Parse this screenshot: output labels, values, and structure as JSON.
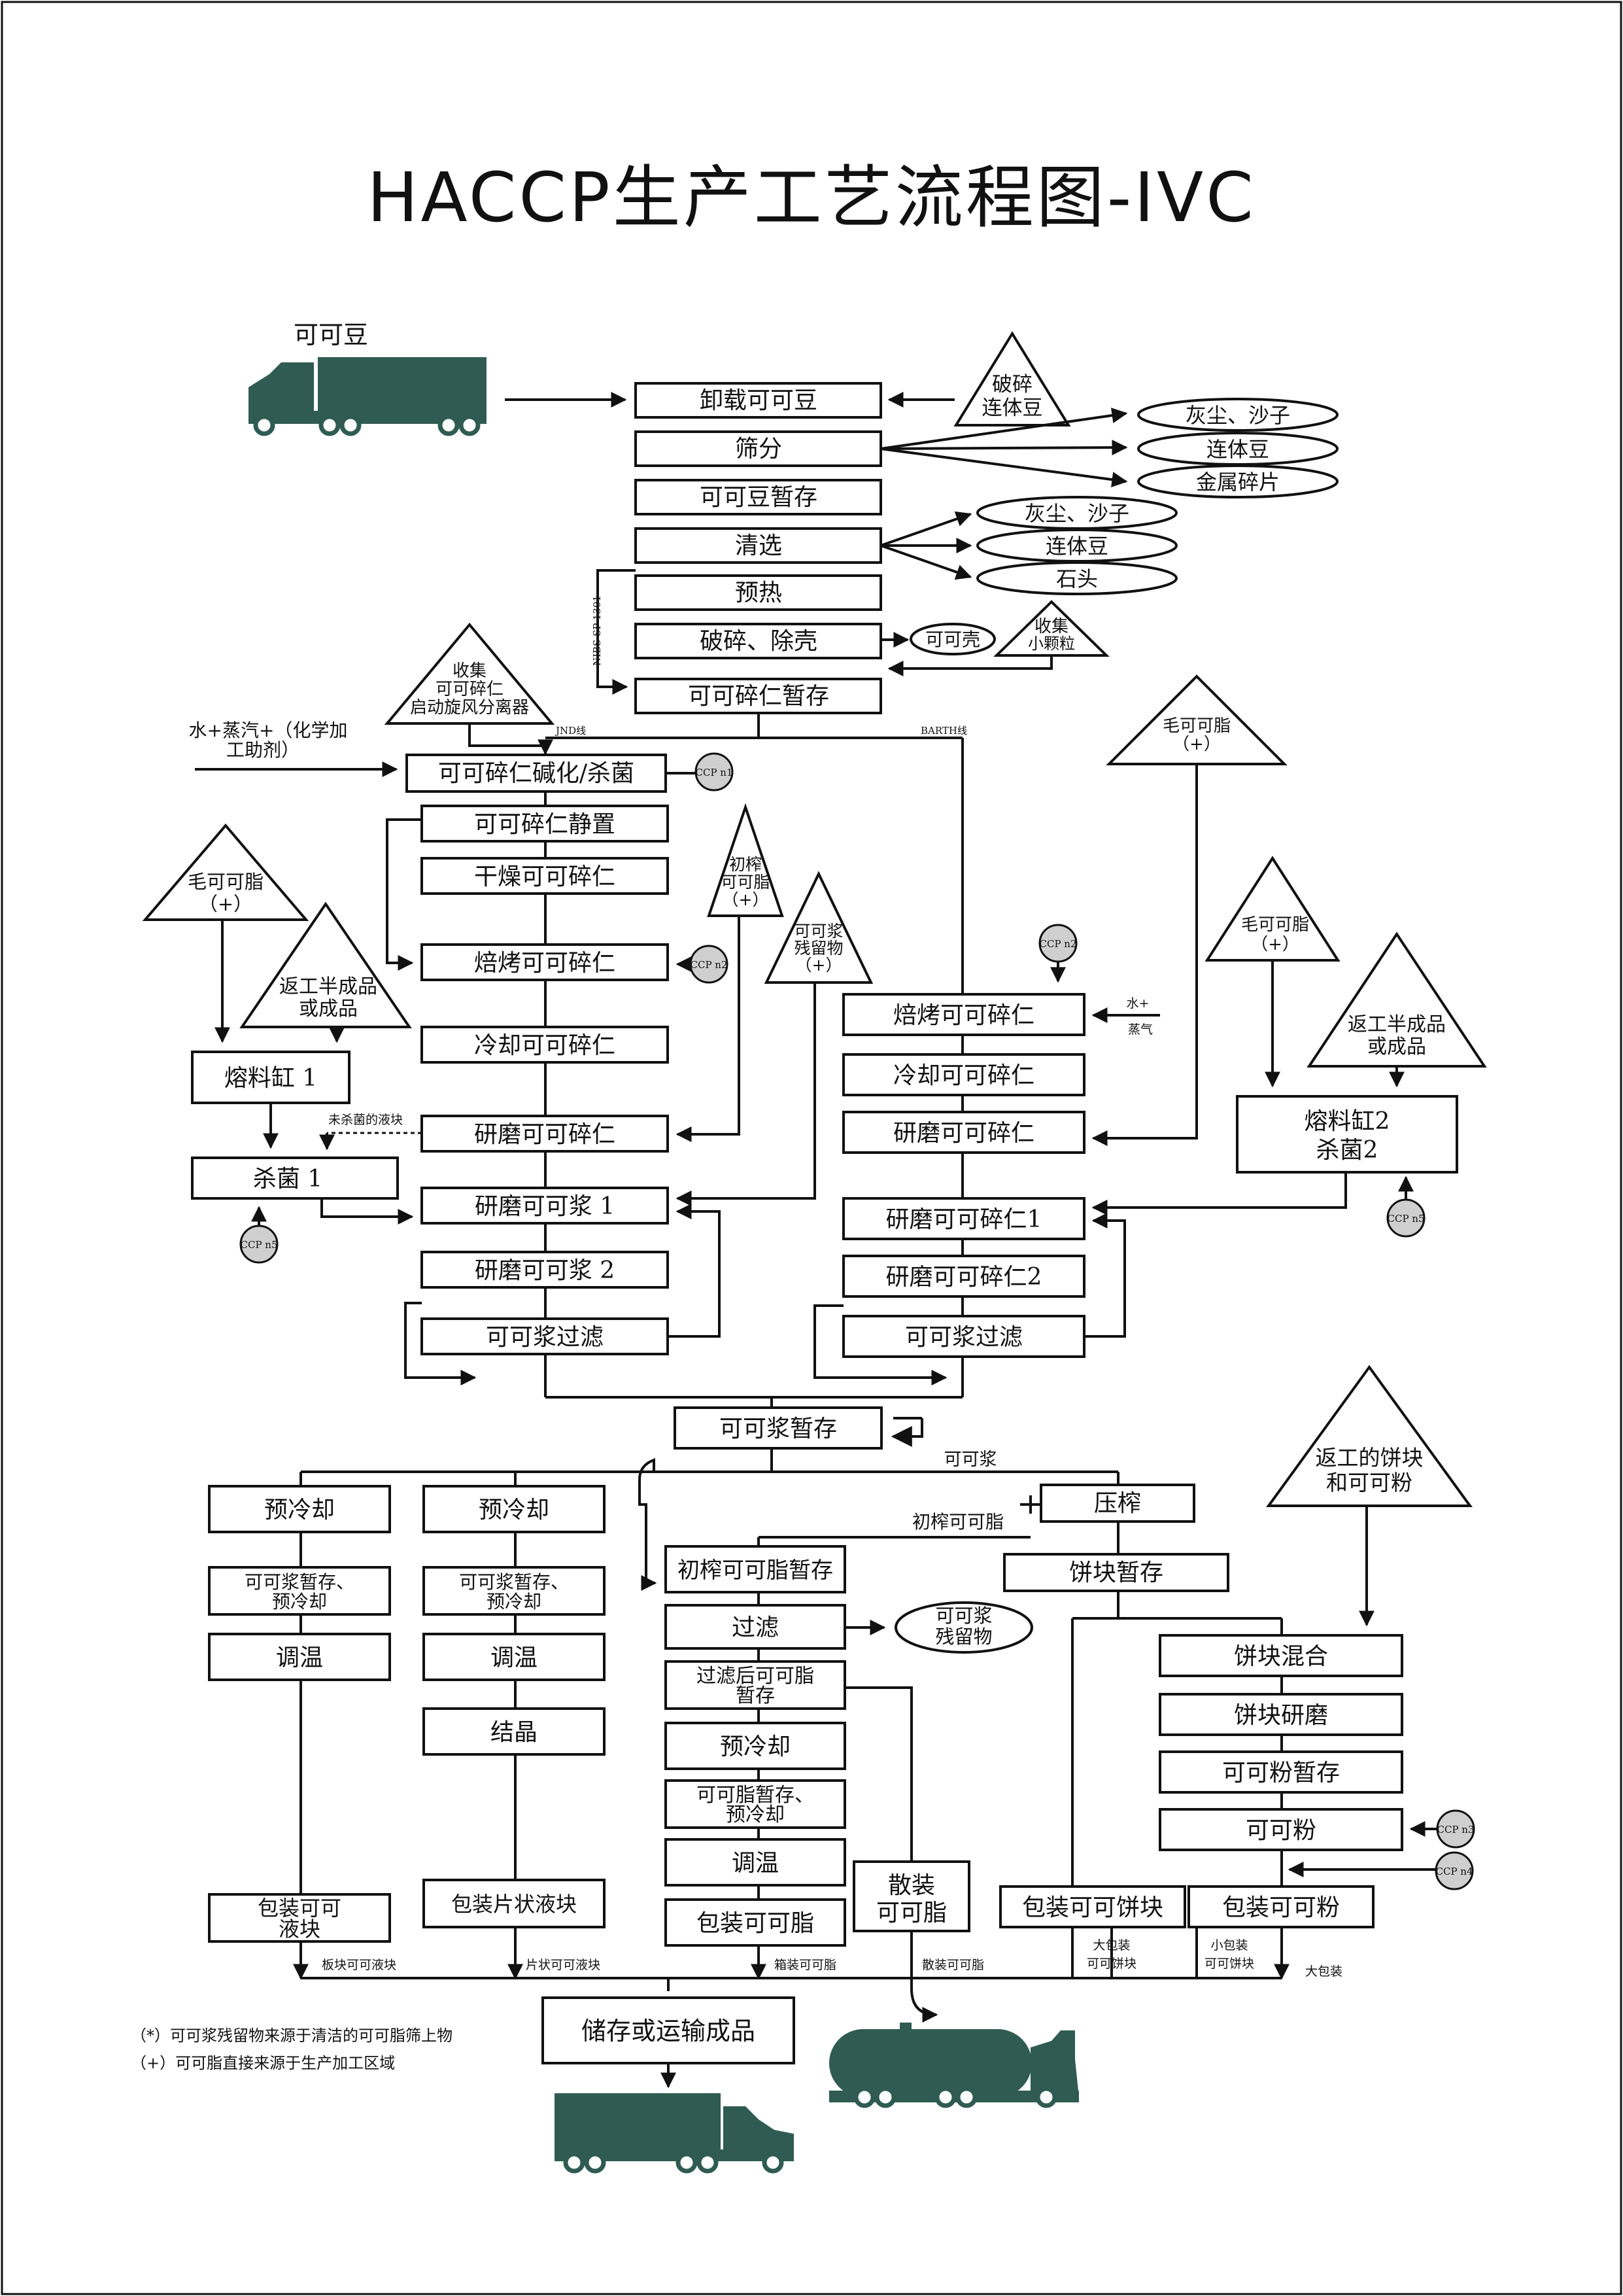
{
  "title": "HACCP生产工艺流程图-IVC",
  "cocoa_beans_label": "可可豆",
  "top": {
    "unload": "卸载可可豆",
    "broken_beans": [
      "破碎",
      "连体豆"
    ],
    "sieve": "筛分",
    "sieve_outputs": [
      "灰尘、沙子",
      "连体豆",
      "金属碎片"
    ],
    "bean_storage": "可可豆暂存",
    "cleaning": "清选",
    "cleaning_outputs": [
      "灰尘、沙子",
      "连体豆",
      "石头"
    ],
    "preheat": "预热",
    "crush_shell": "破碎、除壳",
    "shell": "可可壳",
    "collect_small": [
      "收集",
      "小颗粒"
    ],
    "nib_storage": "可可碎仁暂存",
    "nibs_label": "NIBS SP-1301",
    "collect_nibs": [
      "收集",
      "可可碎仁",
      "启动旋风分离器"
    ],
    "jnd_line": "JND线",
    "barth_line": "BARTH线"
  },
  "left_line": {
    "water_steam": [
      "水+蒸汽+（化学加",
      "工助剂）"
    ],
    "alkalize": "可可碎仁碱化/杀菌",
    "rest": "可可碎仁静置",
    "dry": "干燥可可碎仁",
    "roast": "焙烤可可碎仁",
    "cool": "冷却可可碎仁",
    "grind": "研磨可可碎仁",
    "grind_liquor1": "研磨可可浆 1",
    "grind_liquor2": "研磨可可浆 2",
    "filter": "可可浆过滤",
    "press_butter": [
      "初榨",
      "可可脂",
      "（+）"
    ],
    "residue": [
      "可可浆",
      "残留物",
      "（+）"
    ],
    "raw_butter": [
      "毛可可脂",
      "（+）"
    ],
    "rework": [
      "返工半成品",
      "或成品"
    ],
    "melt_tank": "熔料缸 1",
    "sterilize": "杀菌 1",
    "unsterilized": "未杀菌的液块"
  },
  "right_line": {
    "roast": "焙烤可可碎仁",
    "water_steam": [
      "水+",
      "蒸气"
    ],
    "cool": "冷却可可碎仁",
    "grind": "研磨可可碎仁",
    "grind1": "研磨可可碎仁1",
    "grind2": "研磨可可碎仁2",
    "filter": "可可浆过滤",
    "raw_butter_top": [
      "毛可可脂",
      "（+）"
    ],
    "raw_butter": [
      "毛可可脂",
      "（+）"
    ],
    "rework": [
      "返工半成品",
      "或成品"
    ],
    "melt_sterilize": [
      "熔料缸2",
      "杀菌2"
    ]
  },
  "ccp": {
    "n1": "CCP n1",
    "n2a": "CCP n2",
    "n2b": "CCP n2",
    "n5a": "CCP n5",
    "n5b": "CCP n5",
    "n3": "CCP n3",
    "n4": "CCP n4"
  },
  "bottom": {
    "liquor_storage": "可可浆暂存",
    "liquor": "可可浆",
    "press": "压榨",
    "press_butter_label": "初榨可可脂",
    "precool1": "预冷却",
    "precool2": "预冷却",
    "liquor_store_precool1": [
      "可可浆暂存、",
      "预冷却"
    ],
    "liquor_store_precool2": [
      "可可浆暂存、",
      "预冷却"
    ],
    "temper1": "调温",
    "temper2": "调温",
    "crystallize": "结晶",
    "pack_liquor_block": [
      "包装可可",
      "液块"
    ],
    "pack_liquor_flake": "包装片状液块",
    "butter_storage": "初榨可可脂暂存",
    "butter_filter": "过滤",
    "butter_residue": [
      "可可浆",
      "残留物"
    ],
    "filtered_butter": [
      "过滤后可可脂",
      "暂存"
    ],
    "butter_precool": "预冷却",
    "butter_store_precool": [
      "可可脂暂存、",
      "预冷却"
    ],
    "butter_temper": "调温",
    "pack_butter": "包装可可脂",
    "bulk_butter": [
      "散装",
      "可可脂"
    ],
    "cake_storage": "饼块暂存",
    "rework_cake": [
      "返工的饼块",
      "和可可粉"
    ],
    "cake_mix": "饼块混合",
    "cake_grind": "饼块研磨",
    "powder_storage": "可可粉暂存",
    "powder": "可可粉",
    "pack_cake": "包装可可饼块",
    "pack_powder": "包装可可粉",
    "label_block": "板块可可液块",
    "label_flake": "片状可可液块",
    "label_boxed_butter": "箱装可可脂",
    "label_bulk_butter": "散装可可脂",
    "label_big_cake": [
      "大包装",
      "可可饼块"
    ],
    "label_small_cake": [
      "小包装",
      "可可饼块"
    ],
    "label_big_pack": "大包装",
    "store_transport": "储存或运输成品",
    "note1": "（*）可可浆残留物来源于清洁的可可脂筛上物",
    "note2": "（+）可可脂直接来源于生产加工区域"
  },
  "colors": {
    "truck": "#2f5b52",
    "ccp_fill": "#cfcfcf"
  }
}
